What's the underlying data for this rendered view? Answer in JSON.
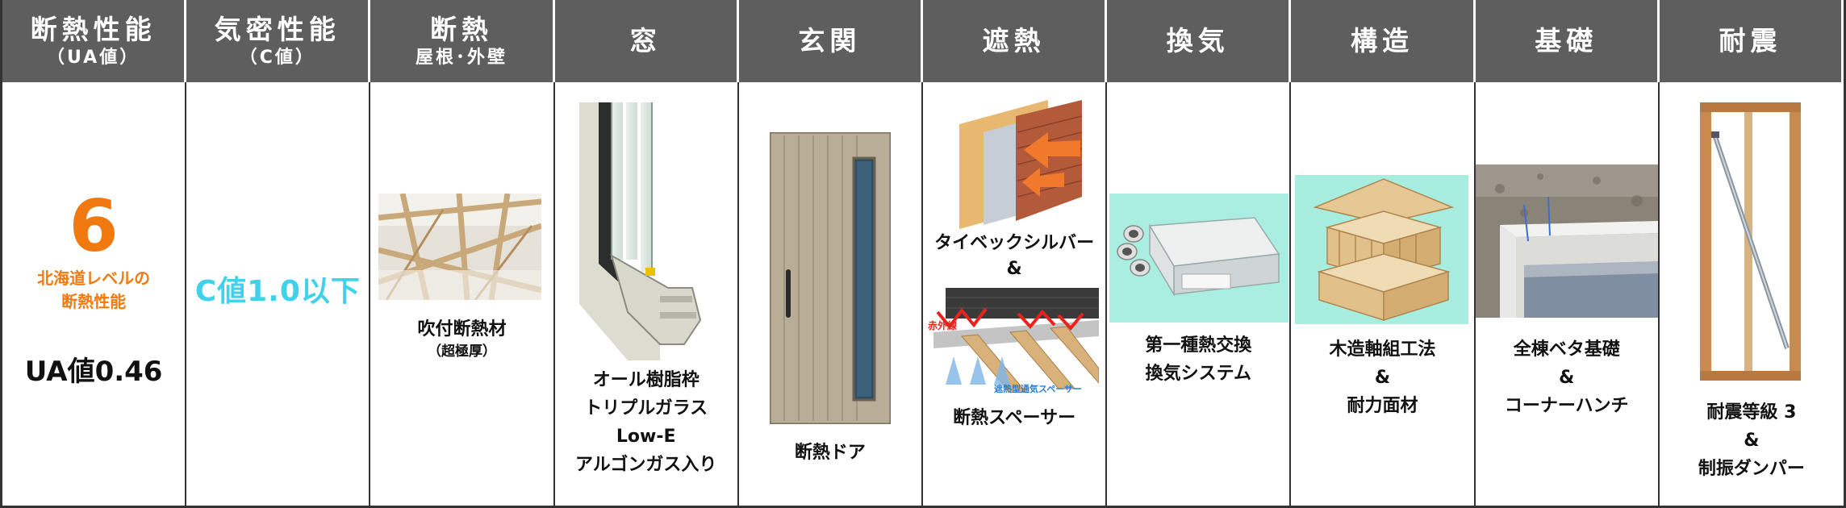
{
  "headers": [
    {
      "title": "断熱性能",
      "sub": "（UA値）"
    },
    {
      "title": "気密性能",
      "sub": "（C値）"
    },
    {
      "title": "断熱",
      "sub": "屋根･外壁"
    },
    {
      "title": "窓",
      "sub": ""
    },
    {
      "title": "玄関",
      "sub": ""
    },
    {
      "title": "遮熱",
      "sub": ""
    },
    {
      "title": "換気",
      "sub": ""
    },
    {
      "title": "構造",
      "sub": ""
    },
    {
      "title": "基礎",
      "sub": ""
    },
    {
      "title": "耐震",
      "sub": ""
    }
  ],
  "insulation": {
    "grade": "6",
    "line1": "北海道レベルの",
    "line2": "断熱性能",
    "ua_value": "UA値0.46"
  },
  "airtight": {
    "value": "C値1.0以下"
  },
  "roof_wall": {
    "label": "吹付断熱材",
    "note": "（超極厚）"
  },
  "window": {
    "line1": "オール樹脂枠",
    "line2": "トリプルガラス",
    "line3": "Low-E",
    "line4": "アルゴンガス入り"
  },
  "entrance": {
    "label": "断熱ドア"
  },
  "heat_shield": {
    "label1": "タイベックシルバー",
    "amp": "&",
    "label2": "断熱スペーサー",
    "diagram_infrared": "赤外線",
    "diagram_spacer": "遮熱型通気スペーサー"
  },
  "ventilation": {
    "line1": "第一種熱交換",
    "line2": "換気システム"
  },
  "structure": {
    "line1": "木造軸組工法",
    "amp": "&",
    "line2": "耐力面材"
  },
  "foundation": {
    "line1": "全棟ベタ基礎",
    "amp": "&",
    "line2": "コーナーハンチ"
  },
  "seismic": {
    "line1": "耐震等級 3",
    "amp": "&",
    "line2": "制振ダンパー"
  },
  "colors": {
    "header_bg": "#5e5e5e",
    "accent_orange": "#f07a10",
    "accent_cyan": "#3fd2ea",
    "diagram_red": "#e8231d",
    "diagram_blue": "#2a7fd4"
  }
}
